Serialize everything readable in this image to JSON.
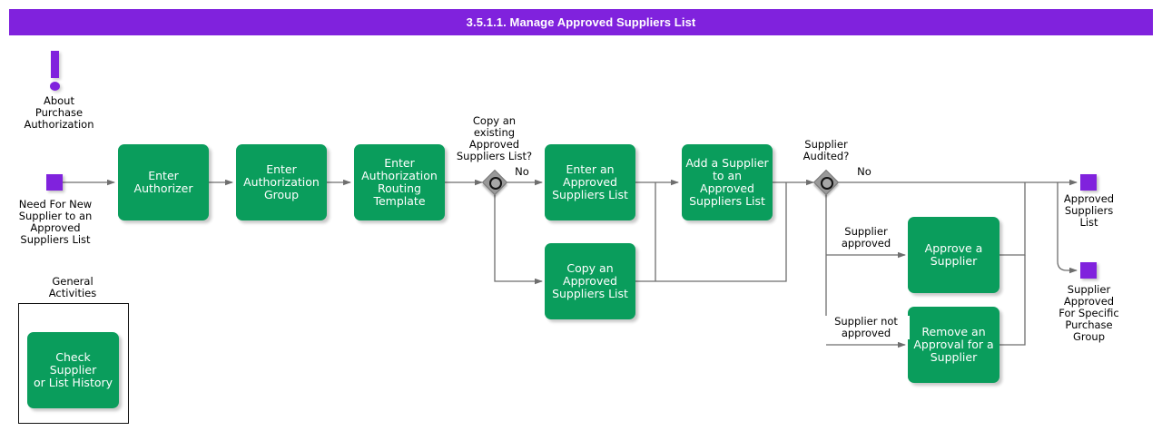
{
  "header": {
    "title": "3.5.1.1. Manage Approved Suppliers List",
    "background_color": "#8022DD",
    "text_color": "#FFFFFF"
  },
  "colors": {
    "accent_purple": "#8022DD",
    "task_green": "#0A9D5C",
    "gateway_gray": "#999999",
    "connector_gray": "#666666",
    "canvas": "#FFFFFF"
  },
  "annotations": {
    "purchase_authorization_note": {
      "icon": "exclamation-icon",
      "label": "About\nPurchase\nAuthorization"
    }
  },
  "events": {
    "start": {
      "label": "Need For New\nSupplier to an\nApproved\nSuppliers List",
      "shape": "square",
      "color": "#8022DD"
    },
    "end_approved_suppliers_list": {
      "label": "Approved\nSuppliers\nList",
      "shape": "square",
      "color": "#8022DD"
    },
    "end_supplier_approved_group": {
      "label": "Supplier\nApproved\nFor Specific\nPurchase\nGroup",
      "shape": "square",
      "color": "#8022DD"
    }
  },
  "tasks": {
    "enter_authorizer": "Enter Authorizer",
    "enter_authorization_group": "Enter\nAuthorization\nGroup",
    "enter_authorization_routing_template": "Enter\nAuthorization\nRouting\nTemplate",
    "enter_an_approved_suppliers_list": "Enter an\nApproved\nSuppliers List",
    "copy_an_approved_suppliers_list": "Copy an\nApproved\nSuppliers List",
    "add_a_supplier_to_list": "Add a Supplier\nto an Approved\nSuppliers List",
    "approve_a_supplier": "Approve a\nSupplier",
    "remove_an_approval": "Remove an\nApproval for a\nSupplier",
    "check_supplier_or_list_history": "Check Supplier\nor List History"
  },
  "gateways": {
    "copy_existing_list": {
      "label": "Copy an\nexisting\nApproved\nSuppliers List?",
      "type": "event-based-gateway"
    },
    "supplier_audited": {
      "label": "Supplier\nAudited?",
      "type": "event-based-gateway"
    }
  },
  "edge_labels": {
    "copy_list_no": "No",
    "audited_no": "No",
    "supplier_approved": "Supplier\napproved",
    "supplier_not_approved": "Supplier not\napproved"
  },
  "groups": {
    "general_activities": {
      "title": "General\nActivities"
    }
  }
}
